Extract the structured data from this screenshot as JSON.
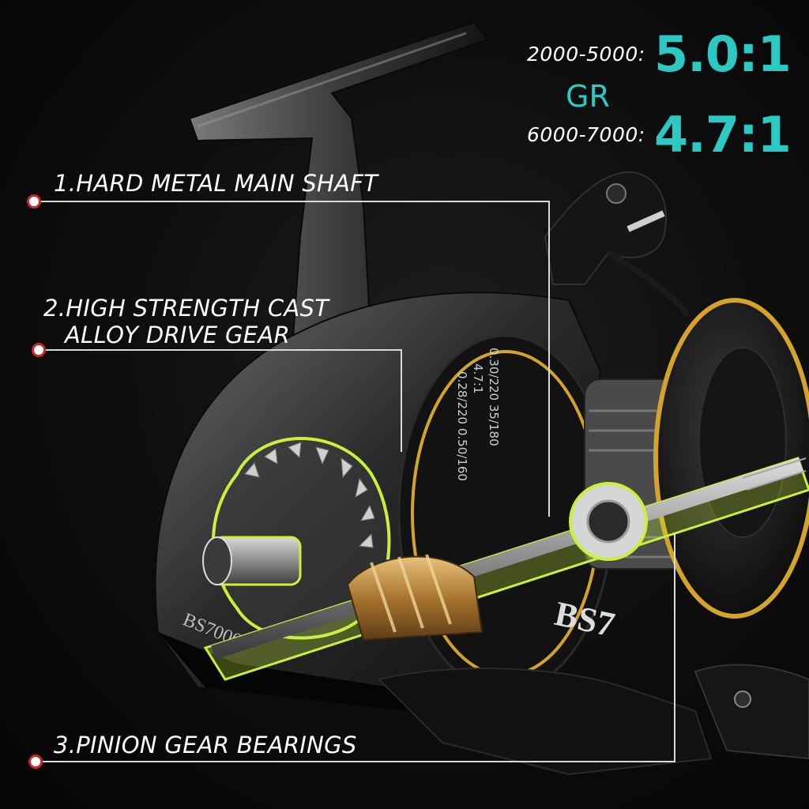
{
  "gear_ratio": {
    "row1_label": "2000-5000:",
    "row1_value": "5.0:1",
    "middle_label": "GR",
    "row2_label": "6000-7000:",
    "row2_value": "4.7:1",
    "accent_color": "#2cc9c4"
  },
  "features": [
    {
      "line1": "1.HARD METAL MAIN SHAFT"
    },
    {
      "line1": "2.HIGH STRENGTH CAST",
      "line2": "ALLOY DRIVE GEAR"
    },
    {
      "line1": "3.PINION GEAR BEARINGS"
    }
  ],
  "reel": {
    "model_body": "BS7000",
    "model_spool": "BS7",
    "spool_specs": [
      "0.30/220 35/180",
      "4.7:1",
      "0.28/220 0.50/160"
    ]
  },
  "colors": {
    "marker_ring": "#c8272f",
    "highlight_glow": "#c8f03c",
    "gold_trim": "#d4a32c"
  },
  "icons": [
    "callout-dot-icon"
  ]
}
